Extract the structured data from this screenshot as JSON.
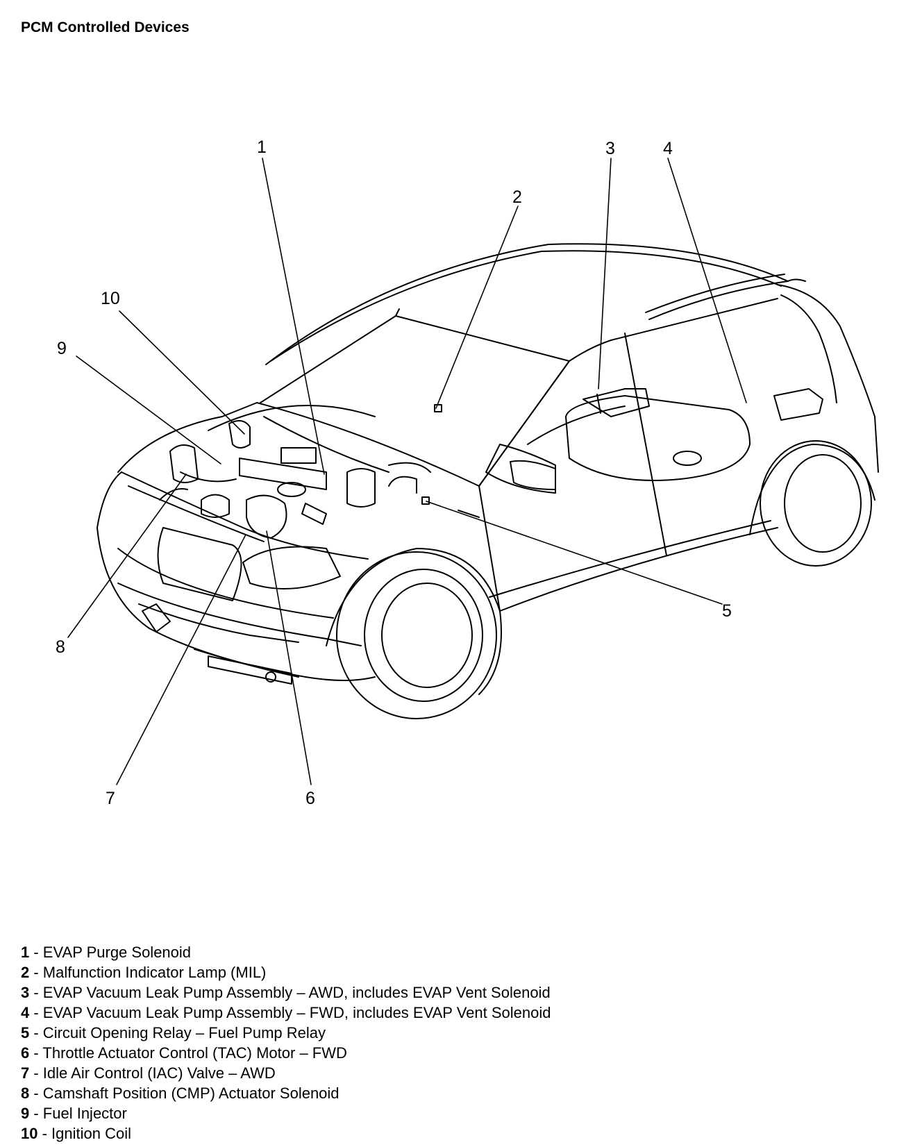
{
  "title": "PCM Controlled Devices",
  "callouts": [
    "1",
    "2",
    "3",
    "4",
    "5",
    "6",
    "7",
    "8",
    "9",
    "10"
  ],
  "legend": [
    {
      "num": "1",
      "text": " - EVAP Purge Solenoid"
    },
    {
      "num": "2",
      "text": " - Malfunction Indicator Lamp (MIL)"
    },
    {
      "num": "3",
      "text": " - EVAP Vacuum Leak Pump Assembly – AWD, includes EVAP Vent Solenoid"
    },
    {
      "num": "4",
      "text": " - EVAP Vacuum Leak Pump Assembly – FWD, includes EVAP Vent Solenoid"
    },
    {
      "num": "5",
      "text": " - Circuit Opening Relay – Fuel Pump Relay"
    },
    {
      "num": "6",
      "text": " - Throttle Actuator Control (TAC) Motor – FWD"
    },
    {
      "num": "7",
      "text": " - Idle Air Control (IAC) Valve – AWD"
    },
    {
      "num": "8",
      "text": " - Camshaft Position (CMP) Actuator Solenoid"
    },
    {
      "num": "9",
      "text": " - Fuel Injector"
    },
    {
      "num": "10",
      "text": " - Ignition Coil"
    }
  ]
}
